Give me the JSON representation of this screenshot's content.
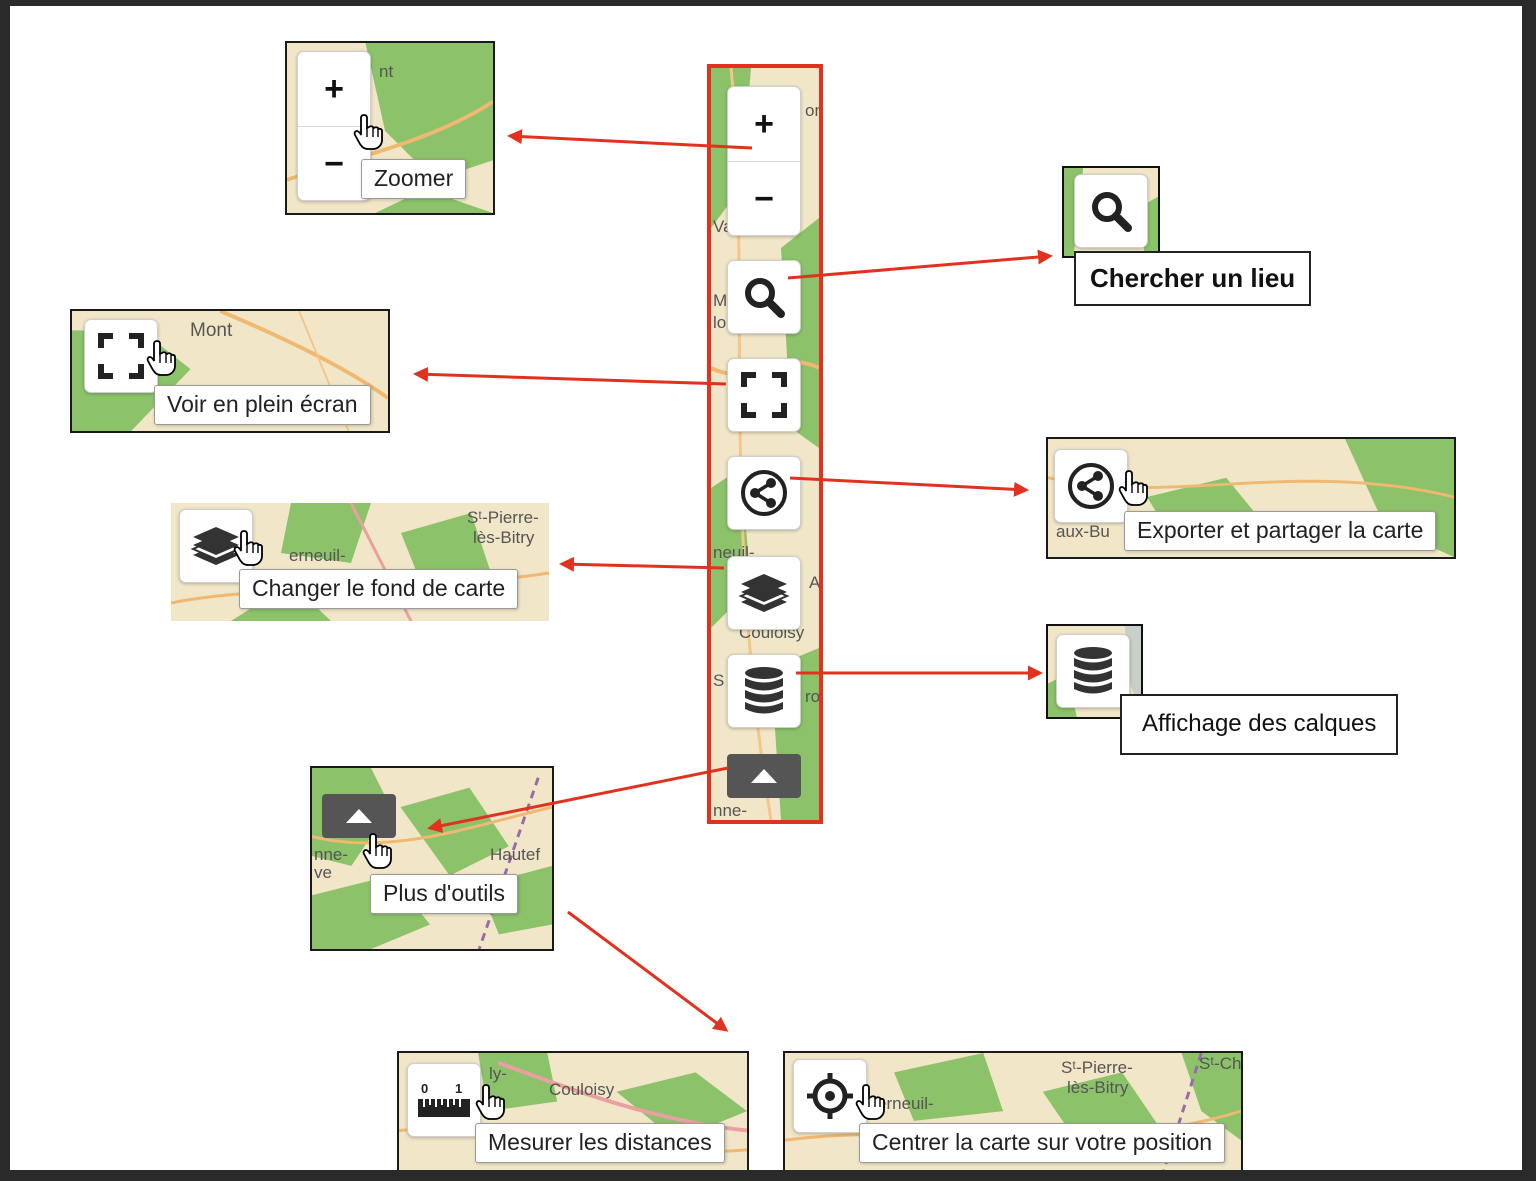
{
  "toolbar": {
    "zoom_in": "+",
    "zoom_out": "−",
    "labels": [
      "on",
      "Va",
      "Mc",
      "lo",
      "neuil-",
      "A",
      "Couloisy",
      "S",
      "ro",
      "nne-"
    ]
  },
  "callouts": {
    "zoom": {
      "tooltip": "Zoomer",
      "plus": "+",
      "minus": "−",
      "map_label": "nt"
    },
    "search": {
      "tooltip": "Chercher un lieu"
    },
    "fullscreen": {
      "tooltip": "Voir en plein écran",
      "map_label": "Mont"
    },
    "share": {
      "tooltip": "Exporter et partager la carte",
      "map_label": "aux-Bu"
    },
    "basemap": {
      "tooltip": "Changer le fond de carte",
      "map_labels": [
        "Sᵗ-Pierre-",
        "lès-Bitry",
        "erneuil-"
      ]
    },
    "layers": {
      "tooltip": "Affichage des calques"
    },
    "more_tools": {
      "tooltip": "Plus d'outils",
      "map_labels": [
        "Hautef",
        "nne-",
        "ve"
      ]
    },
    "measure": {
      "tooltip": "Mesurer les distances",
      "map_labels": [
        "Couloisy",
        "ly-"
      ],
      "ruler_digits": [
        "0",
        "1"
      ]
    },
    "locate": {
      "tooltip": "Centrer la carte sur votre position",
      "map_labels": [
        "Sᵗ-Pierre-",
        "lès-Bitry",
        "erneuil-",
        "Sᵗ-Ch"
      ]
    }
  },
  "colors": {
    "arrow": "#e0321e",
    "toolbar_frame": "#e0321e",
    "map_bg": "#f1e6c8",
    "forest": "#8cc26a",
    "road": "#f0b870"
  },
  "icons": [
    "zoom-in-icon",
    "zoom-out-icon",
    "search-icon",
    "fullscreen-icon",
    "share-icon",
    "layers-icon",
    "database-icon",
    "triangle-up-icon",
    "ruler-icon",
    "crosshair-icon",
    "hand-cursor-icon"
  ]
}
